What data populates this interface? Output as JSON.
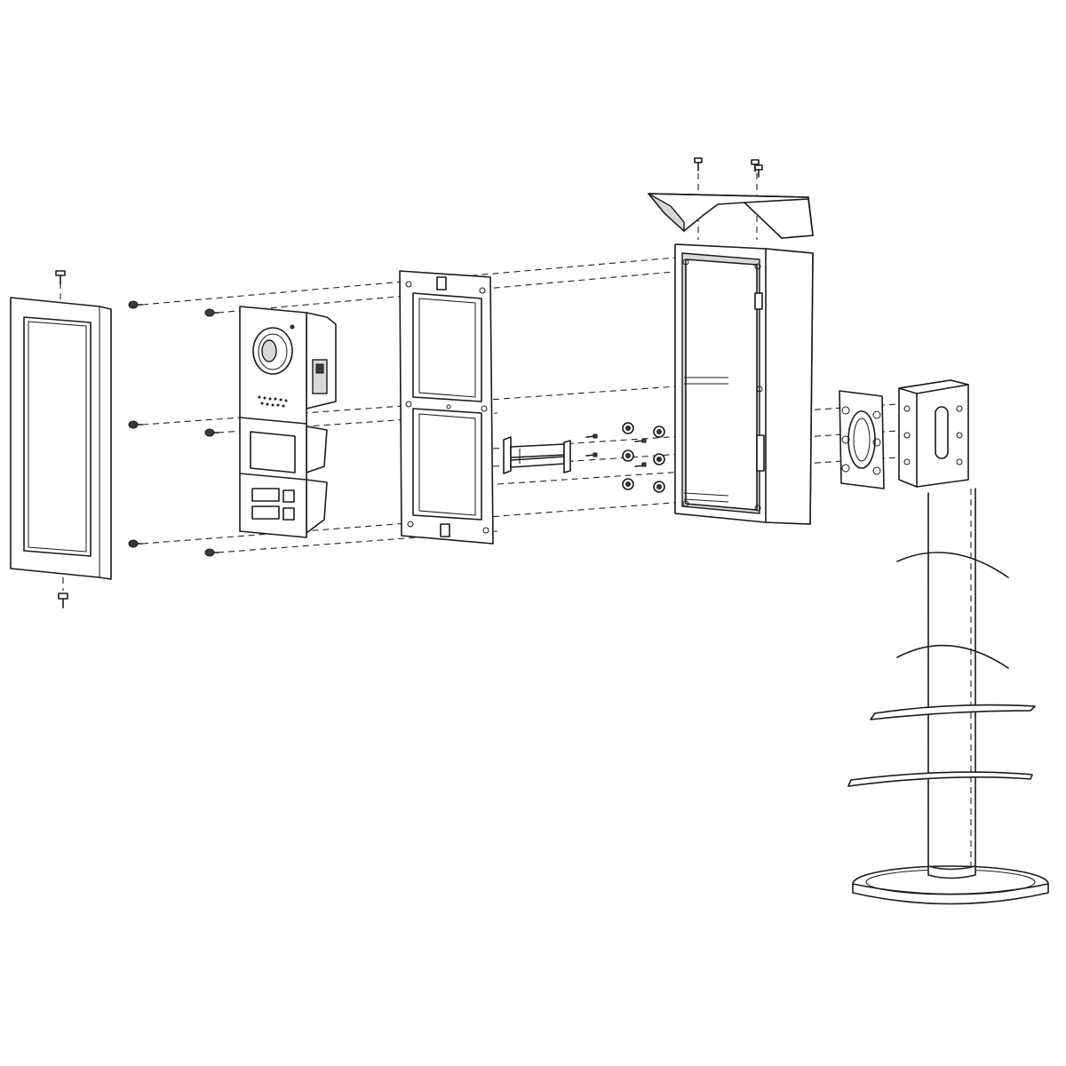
{
  "diagram": {
    "kind": "exploded-assembly",
    "components": [
      "cover-frame",
      "door-station-modules",
      "mounting-frame",
      "connector-bracket",
      "surface-box",
      "rain-hood",
      "mounting-plate",
      "pole-adapter",
      "pole"
    ],
    "colors": {
      "line": "#1a1a1a",
      "fill": "#ffffff",
      "shade": "#d9d9d9"
    }
  }
}
